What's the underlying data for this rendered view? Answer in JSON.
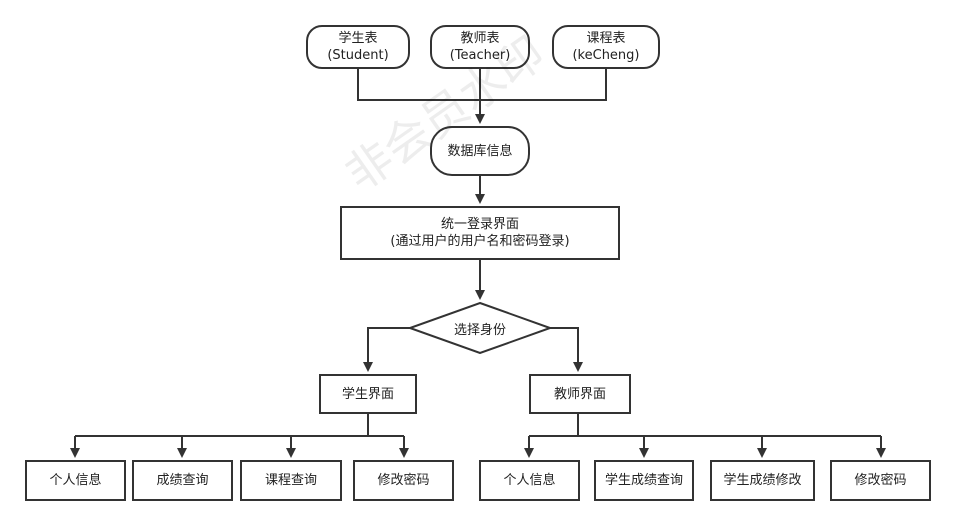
{
  "tables": {
    "student": {
      "name": "学生表",
      "en": "(Student)"
    },
    "teacher": {
      "name": "教师表",
      "en": "(Teacher)"
    },
    "course": {
      "name": "课程表",
      "en": "(keCheng)"
    }
  },
  "database": {
    "label": "数据库信息"
  },
  "login": {
    "title": "统一登录界面",
    "subtitle": "(通过用户的用户名和密码登录)"
  },
  "decision": {
    "label": "选择身份"
  },
  "student_ui": {
    "label": "学生界面",
    "functions": [
      "个人信息",
      "成绩查询",
      "课程查询",
      "修改密码"
    ]
  },
  "teacher_ui": {
    "label": "教师界面",
    "functions": [
      "个人信息",
      "学生成绩查询",
      "学生成绩修改",
      "修改密码"
    ]
  },
  "watermark": "非会员水印",
  "colors": {
    "stroke": "#333333",
    "text": "#222222",
    "background": "#ffffff"
  }
}
